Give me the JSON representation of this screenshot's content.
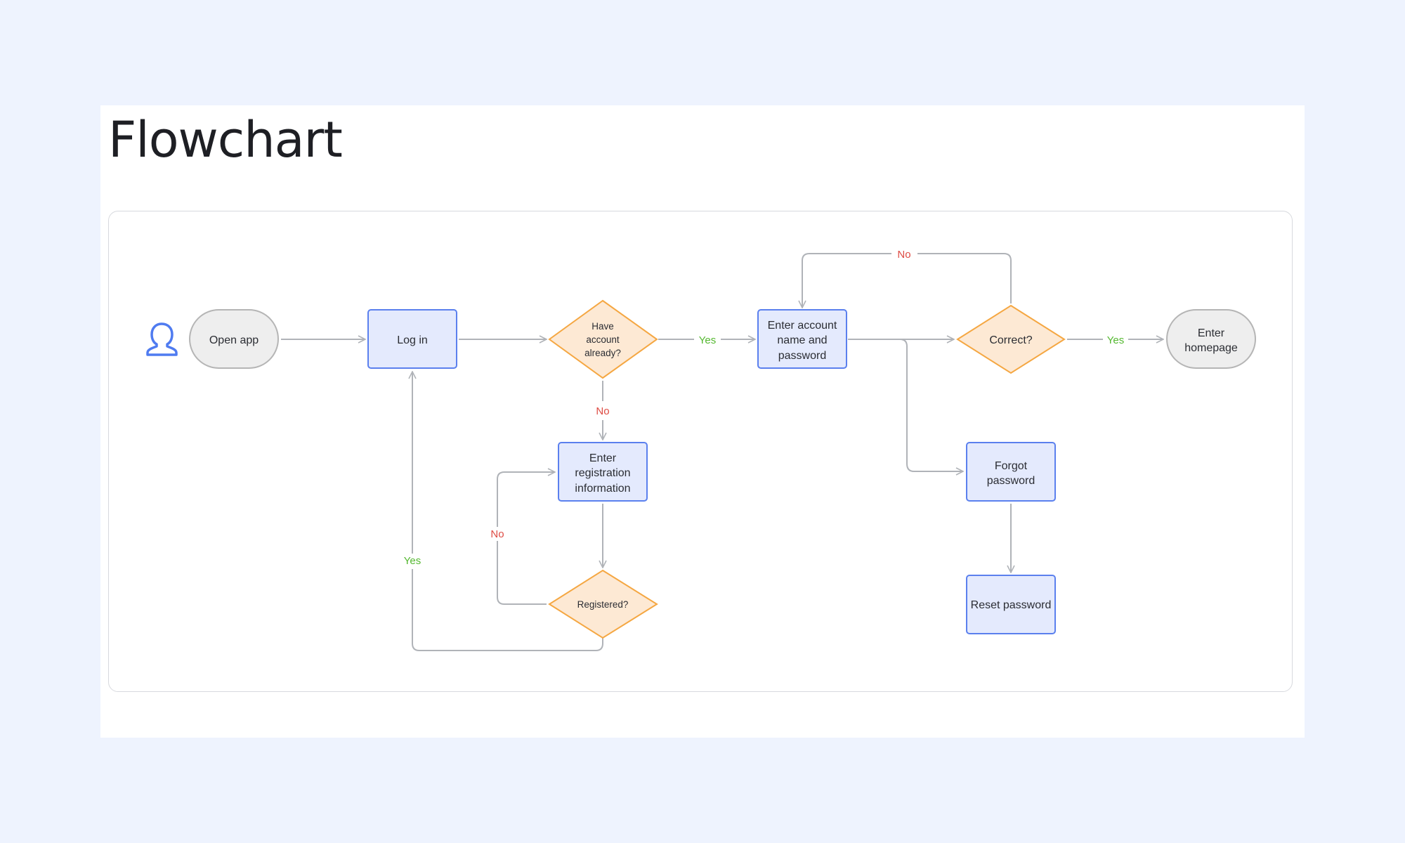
{
  "title": "Flowchart",
  "colors": {
    "background": "#eef3fe",
    "process_fill": "#e4eafd",
    "process_stroke": "#5b80ee",
    "decision_fill": "#fde9d4",
    "decision_stroke": "#f5a742",
    "terminal_fill": "#eeeeee",
    "terminal_stroke": "#b5b5b5",
    "edge": "#b0b3b8",
    "yes": "#54b830",
    "no": "#de4b43"
  },
  "nodes": {
    "open_app": "Open app",
    "log_in": "Log in",
    "have_account": [
      "Have",
      "account",
      "already?"
    ],
    "enter_account": [
      "Enter account",
      "name and",
      "password"
    ],
    "correct": "Correct?",
    "enter_homepage": [
      "Enter",
      "homepage"
    ],
    "enter_registration": [
      "Enter",
      "registration",
      "information"
    ],
    "registered": "Registered?",
    "forgot_password": [
      "Forgot",
      "password"
    ],
    "reset_password": "Reset password"
  },
  "edge_labels": {
    "have_account_yes": "Yes",
    "have_account_no": "No",
    "correct_yes": "Yes",
    "correct_no": "No",
    "registered_yes": "Yes",
    "registered_no": "No"
  }
}
